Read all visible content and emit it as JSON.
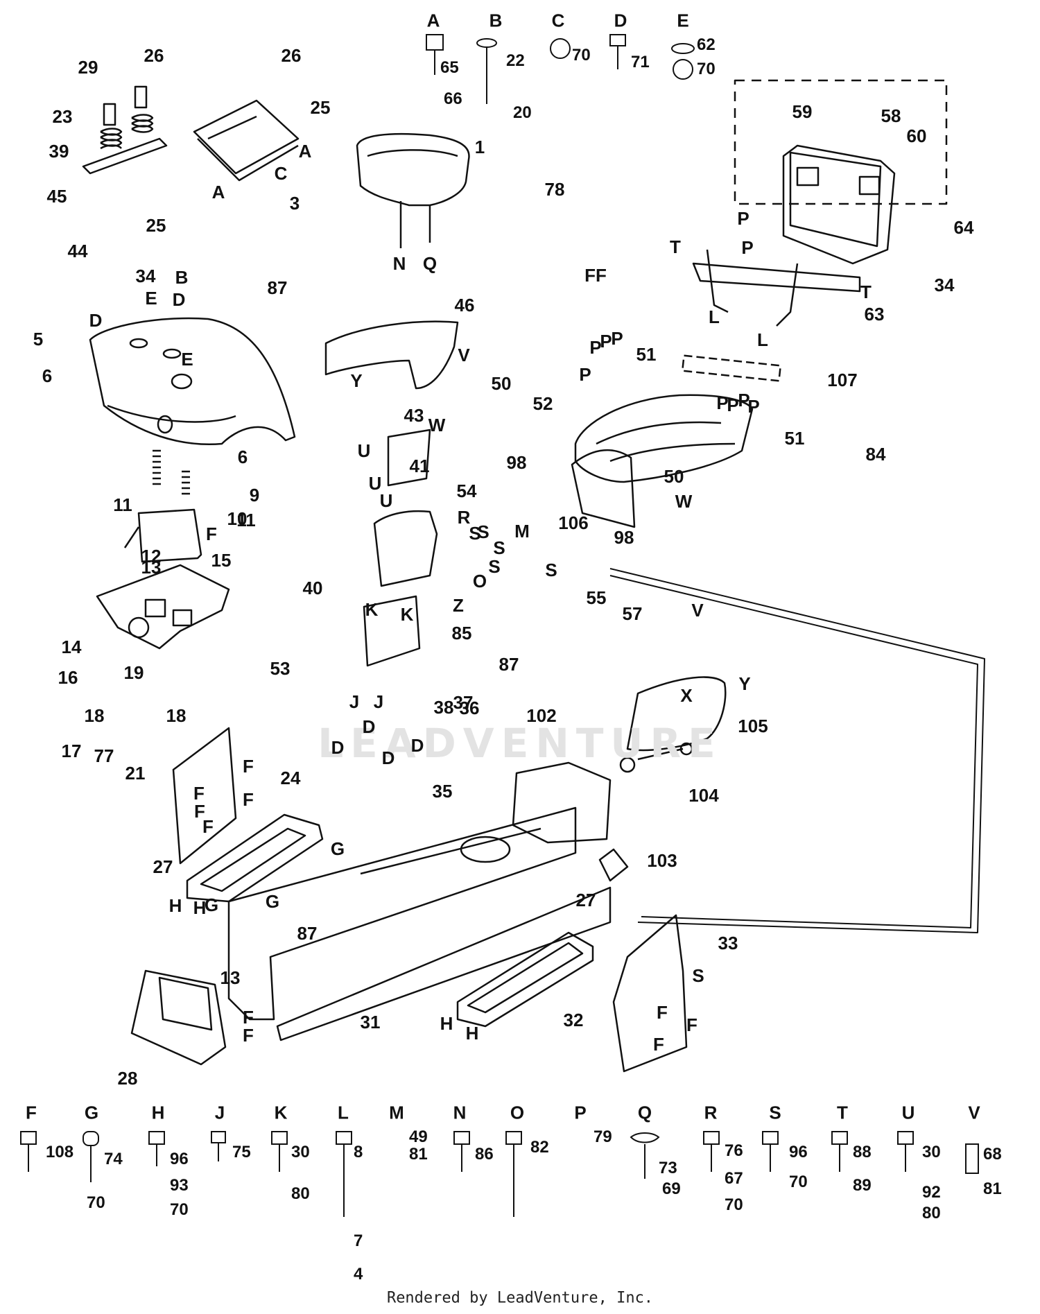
{
  "watermark": "LEADVENTURE",
  "footer": {
    "credit": "Rendered by LeadVenture, Inc."
  },
  "diagram": {
    "top_hardware": [
      {
        "letter": "A",
        "parts": [
          "65",
          "66"
        ]
      },
      {
        "letter": "B",
        "parts": [
          "22",
          "20"
        ]
      },
      {
        "letter": "C",
        "parts": [
          "70"
        ]
      },
      {
        "letter": "D",
        "parts": [
          "71"
        ]
      },
      {
        "letter": "E",
        "parts": [
          "62",
          "70"
        ]
      }
    ],
    "bottom_hardware": [
      {
        "letter": "F",
        "parts": [
          "108"
        ]
      },
      {
        "letter": "G",
        "parts": [
          "74",
          "70"
        ]
      },
      {
        "letter": "H",
        "parts": [
          "96",
          "93",
          "70"
        ]
      },
      {
        "letter": "J",
        "parts": [
          "75"
        ]
      },
      {
        "letter": "K",
        "parts": [
          "30",
          "80"
        ]
      },
      {
        "letter": "L",
        "parts": [
          "8",
          "7",
          "4"
        ]
      },
      {
        "letter": "M",
        "parts": [
          "49",
          "81"
        ]
      },
      {
        "letter": "N",
        "parts": [
          "86"
        ]
      },
      {
        "letter": "O",
        "parts": [
          "82"
        ]
      },
      {
        "letter": "P",
        "parts": [
          "79"
        ]
      },
      {
        "letter": "Q",
        "parts": [
          "73",
          "69"
        ]
      },
      {
        "letter": "R",
        "parts": [
          "76",
          "67",
          "70"
        ]
      },
      {
        "letter": "S",
        "parts": [
          "96",
          "70"
        ]
      },
      {
        "letter": "T",
        "parts": [
          "88",
          "89"
        ]
      },
      {
        "letter": "U",
        "parts": [
          "30",
          "92",
          "80"
        ]
      },
      {
        "letter": "V",
        "parts": [
          "68",
          "81"
        ]
      }
    ],
    "callouts": [
      "29",
      "26",
      "26",
      "25",
      "23",
      "39",
      "45",
      "44",
      "25",
      "34",
      "87",
      "3",
      "1",
      "78",
      "59",
      "58",
      "60",
      "64",
      "34",
      "63",
      "5",
      "6",
      "6",
      "9",
      "10",
      "11",
      "11",
      "12",
      "15",
      "13",
      "14",
      "16",
      "17",
      "18",
      "18",
      "19",
      "77",
      "46",
      "43",
      "41",
      "40",
      "53",
      "54",
      "55",
      "85",
      "38",
      "37",
      "36",
      "35",
      "87",
      "52",
      "50",
      "51",
      "107",
      "84",
      "50",
      "51",
      "98",
      "106",
      "98",
      "57",
      "102",
      "105",
      "104",
      "103",
      "21",
      "24",
      "27",
      "13",
      "87",
      "31",
      "28",
      "27",
      "32",
      "33"
    ],
    "letters": [
      "A",
      "A",
      "B",
      "C",
      "N",
      "Q",
      "FF",
      "P",
      "P",
      "T",
      "T",
      "L",
      "L",
      "E",
      "D",
      "D",
      "E",
      "F",
      "Y",
      "V",
      "U",
      "U",
      "U",
      "M",
      "R",
      "S",
      "S",
      "S",
      "S",
      "O",
      "S",
      "Z",
      "K",
      "K",
      "W",
      "W",
      "F",
      "V",
      "Y",
      "X",
      "J",
      "J",
      "D",
      "D",
      "D",
      "D",
      "F",
      "F",
      "F",
      "F",
      "G",
      "G",
      "G",
      "H",
      "H",
      "F",
      "F",
      "H",
      "H",
      "S",
      "F",
      "F",
      "F",
      "P",
      "P",
      "P",
      "P",
      "P",
      "P",
      "P",
      "P"
    ]
  }
}
